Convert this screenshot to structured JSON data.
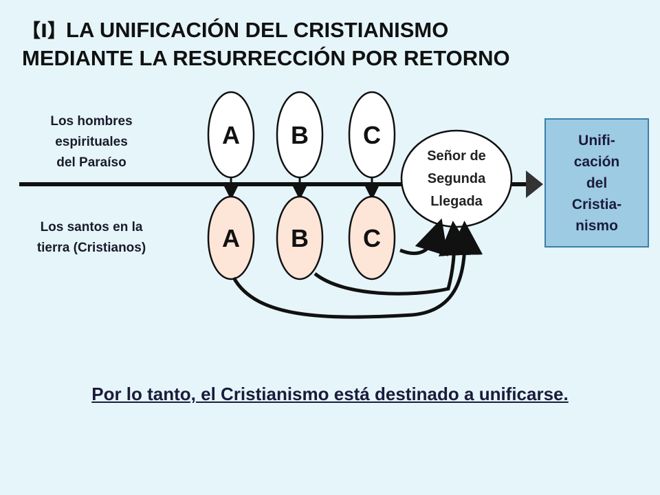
{
  "title": {
    "mark": "【Ⅰ】",
    "line1": "LA UNIFICACIÓN DEL CRISTIANISMO",
    "line2": "MEDIANTE LA RESURRECCIÓN POR RETORNO"
  },
  "labels": {
    "spiritual_men": [
      "Los hombres",
      "espirituales",
      "del Paraíso"
    ],
    "saints": [
      "Los santos en la",
      "tierra (Cristianos)"
    ]
  },
  "upper_nodes": [
    "A",
    "B",
    "C"
  ],
  "lower_nodes": [
    "A",
    "B",
    "C"
  ],
  "lord": [
    "Señor de",
    "Segunda",
    "Llegada"
  ],
  "unification": [
    "Unifi-",
    "cación",
    "del",
    "Cristia-",
    "nismo"
  ],
  "conclusion": "Por lo tanto, el Cristianismo está destinado a unificarse.",
  "colors": {
    "background": "#e5f5fa",
    "upper_node_fill": "#ffffff",
    "lower_node_fill": "#fde5d8",
    "unification_box": "#9ccbe3",
    "arrow": "#111111"
  }
}
